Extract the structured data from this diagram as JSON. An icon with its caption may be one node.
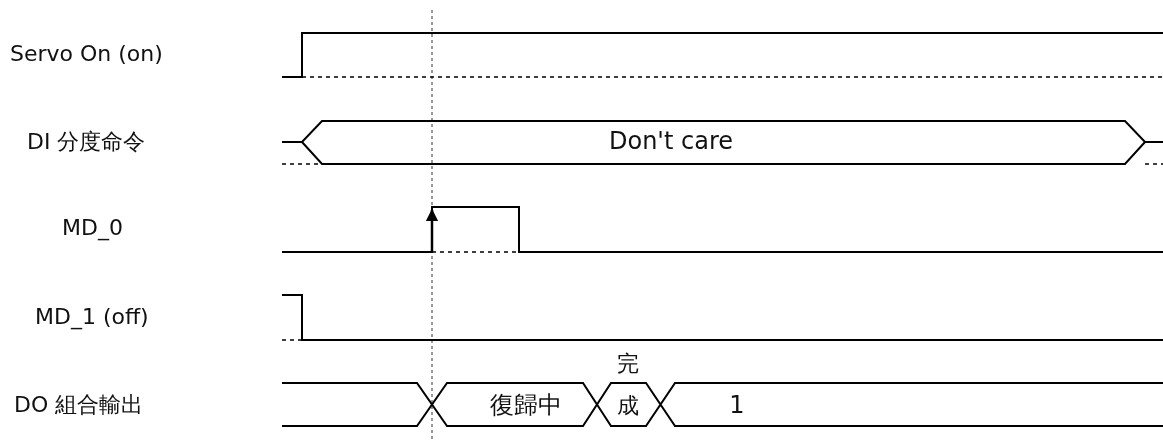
{
  "diagram": {
    "labels": [
      "Servo On (on)",
      "DI 分度命令",
      "Don't care",
      "MD_0",
      "MD_1 (off)",
      "DO 組合輸出",
      "復歸中",
      "完成",
      "1"
    ]
  }
}
